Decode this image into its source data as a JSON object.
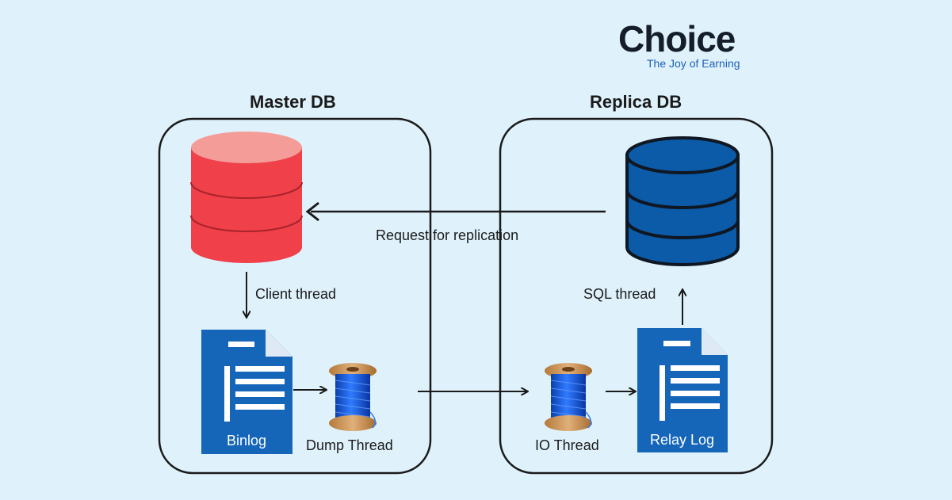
{
  "brand": {
    "name": "Choice",
    "tagline": "The Joy of Earning"
  },
  "master": {
    "title": "Master DB",
    "db_color": "#f0404a",
    "db_top_color": "#f49c98",
    "client_thread_label": "Client thread",
    "binlog_label": "Binlog",
    "dump_thread_label": "Dump Thread"
  },
  "replica": {
    "title": "Replica DB",
    "db_color": "#0b5ba8",
    "sql_thread_label": "SQL thread",
    "io_thread_label": "IO Thread",
    "relay_log_label": "Relay Log"
  },
  "request_label": "Request for replication",
  "colors": {
    "background": "#dff2fc",
    "doc_blue": "#1565b8",
    "arrow": "#1a1a1a"
  }
}
